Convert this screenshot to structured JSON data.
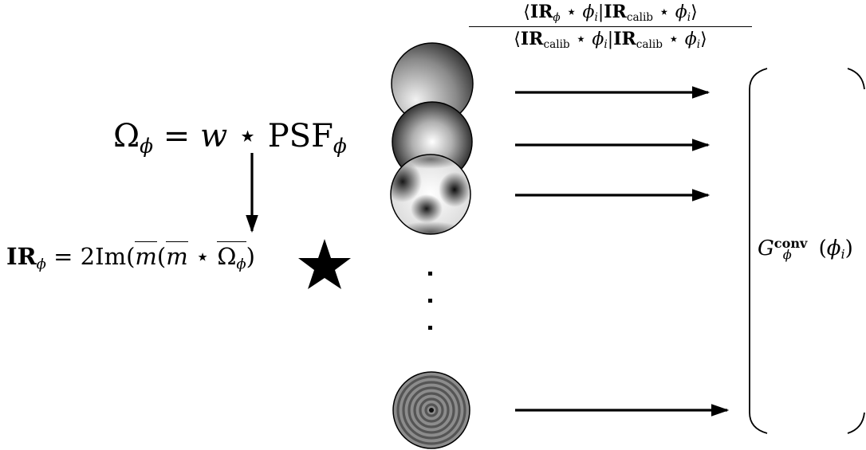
{
  "equations": {
    "omega": {
      "lhs": "Ω",
      "lhs_sub": "ϕ",
      "rhs_w": "w",
      "op": "⋆",
      "rhs_psf": "PSF",
      "rhs_sub": "ϕ"
    },
    "ir": {
      "lhs": "IR",
      "lhs_sub": "ϕ",
      "factor": "2Im",
      "m": "m",
      "op": "⋆",
      "omega": "Ω",
      "omega_sub": "ϕ"
    },
    "fraction": {
      "num_ir": "IR",
      "num_ir_sub": "ϕ",
      "num_phi": "ϕ",
      "num_phi_sub": "i",
      "num_ir2": "IR",
      "num_ir2_sub": "calib",
      "num_phi2": "ϕ",
      "num_phi2_sub": "i",
      "den_ir": "IR",
      "den_ir_sub": "calib",
      "den_phi": "ϕ",
      "den_phi_sub": "i",
      "den_ir2": "IR",
      "den_ir2_sub": "calib",
      "den_phi2": "ϕ",
      "den_phi2_sub": "i"
    },
    "g": {
      "base": "G",
      "sup": "conv",
      "sub": "ϕ",
      "arg": "ϕ",
      "arg_sub": "i"
    }
  },
  "star_symbol": "★",
  "ellipsis_dots": "⋮",
  "icons": [
    "defocus-mode-disc",
    "spherical-mode-disc",
    "higher-order-mode-disc",
    "ring-mode-disc",
    "star-icon",
    "left-bracket",
    "right-bracket"
  ]
}
